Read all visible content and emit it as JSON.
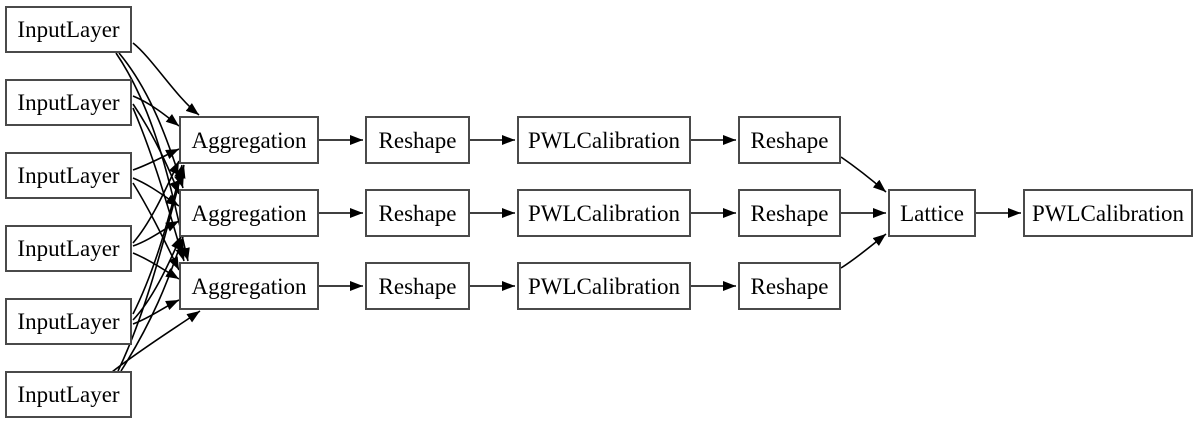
{
  "diagram": {
    "type": "model-architecture-graph",
    "background_color": "#ffffff",
    "node_border_color": "#4a4a4a",
    "edge_color": "#000000",
    "text_color": "#000000"
  },
  "nodes": [
    {
      "id": "input1",
      "label": "InputLayer"
    },
    {
      "id": "input2",
      "label": "InputLayer"
    },
    {
      "id": "input3",
      "label": "InputLayer"
    },
    {
      "id": "input4",
      "label": "InputLayer"
    },
    {
      "id": "input5",
      "label": "InputLayer"
    },
    {
      "id": "input6",
      "label": "InputLayer"
    },
    {
      "id": "agg1",
      "label": "Aggregation"
    },
    {
      "id": "agg2",
      "label": "Aggregation"
    },
    {
      "id": "agg3",
      "label": "Aggregation"
    },
    {
      "id": "reshape1a",
      "label": "Reshape"
    },
    {
      "id": "reshape2a",
      "label": "Reshape"
    },
    {
      "id": "reshape3a",
      "label": "Reshape"
    },
    {
      "id": "pwl1",
      "label": "PWLCalibration"
    },
    {
      "id": "pwl2",
      "label": "PWLCalibration"
    },
    {
      "id": "pwl3",
      "label": "PWLCalibration"
    },
    {
      "id": "reshape1b",
      "label": "Reshape"
    },
    {
      "id": "reshape2b",
      "label": "Reshape"
    },
    {
      "id": "reshape3b",
      "label": "Reshape"
    },
    {
      "id": "lattice",
      "label": "Lattice"
    },
    {
      "id": "pwl_out",
      "label": "PWLCalibration"
    }
  ],
  "edges": [
    {
      "from": "input1",
      "to": "agg1"
    },
    {
      "from": "input1",
      "to": "agg2"
    },
    {
      "from": "input1",
      "to": "agg3"
    },
    {
      "from": "input2",
      "to": "agg1"
    },
    {
      "from": "input2",
      "to": "agg2"
    },
    {
      "from": "input2",
      "to": "agg3"
    },
    {
      "from": "input3",
      "to": "agg1"
    },
    {
      "from": "input3",
      "to": "agg2"
    },
    {
      "from": "input3",
      "to": "agg3"
    },
    {
      "from": "input4",
      "to": "agg1"
    },
    {
      "from": "input4",
      "to": "agg2"
    },
    {
      "from": "input4",
      "to": "agg3"
    },
    {
      "from": "input5",
      "to": "agg1"
    },
    {
      "from": "input5",
      "to": "agg2"
    },
    {
      "from": "input5",
      "to": "agg3"
    },
    {
      "from": "input6",
      "to": "agg1"
    },
    {
      "from": "input6",
      "to": "agg2"
    },
    {
      "from": "input6",
      "to": "agg3"
    },
    {
      "from": "agg1",
      "to": "reshape1a"
    },
    {
      "from": "reshape1a",
      "to": "pwl1"
    },
    {
      "from": "pwl1",
      "to": "reshape1b"
    },
    {
      "from": "reshape1b",
      "to": "lattice"
    },
    {
      "from": "agg2",
      "to": "reshape2a"
    },
    {
      "from": "reshape2a",
      "to": "pwl2"
    },
    {
      "from": "pwl2",
      "to": "reshape2b"
    },
    {
      "from": "reshape2b",
      "to": "lattice"
    },
    {
      "from": "agg3",
      "to": "reshape3a"
    },
    {
      "from": "reshape3a",
      "to": "pwl3"
    },
    {
      "from": "pwl3",
      "to": "reshape3b"
    },
    {
      "from": "reshape3b",
      "to": "lattice"
    },
    {
      "from": "lattice",
      "to": "pwl_out"
    }
  ]
}
